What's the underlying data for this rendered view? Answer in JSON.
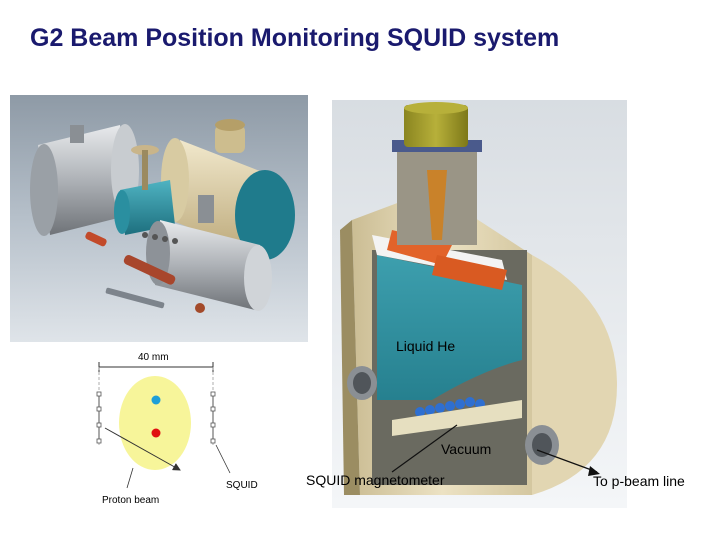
{
  "title": "G2 Beam Position Monitoring SQUID system",
  "inset_diagram": {
    "dimension_label": "40 mm",
    "squid_label": "SQUID",
    "proton_beam_label": "Proton beam"
  },
  "cutaway": {
    "liquid_he_label": "Liquid He",
    "vacuum_label": "Vacuum",
    "squid_magnetometer_label": "SQUID magnetometer",
    "beam_line_label": "To p-beam line"
  },
  "colors": {
    "title": "#1a1a6e",
    "teal": "#2a8fa0",
    "silver": "#b9bcc0",
    "cream": "#e8dcb8",
    "yellow_ellipse": "#f7f59a",
    "beam_dot_blue": "#1e9fd8",
    "beam_dot_red": "#e01010"
  }
}
